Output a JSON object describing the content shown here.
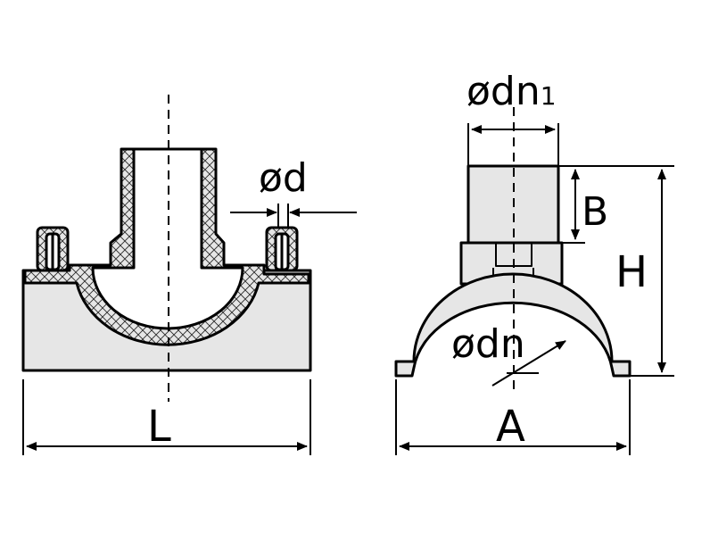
{
  "labels": {
    "phi_d": "ød",
    "phi_dn1": "ødn",
    "phi_dn1_sub": "1",
    "phi_dn": "ødn",
    "L": "L",
    "A": "A",
    "B": "B",
    "H": "H"
  },
  "colors": {
    "stroke": "#000000",
    "fill_body": "#e6e6e6",
    "hatch": "#2a2a2a"
  }
}
